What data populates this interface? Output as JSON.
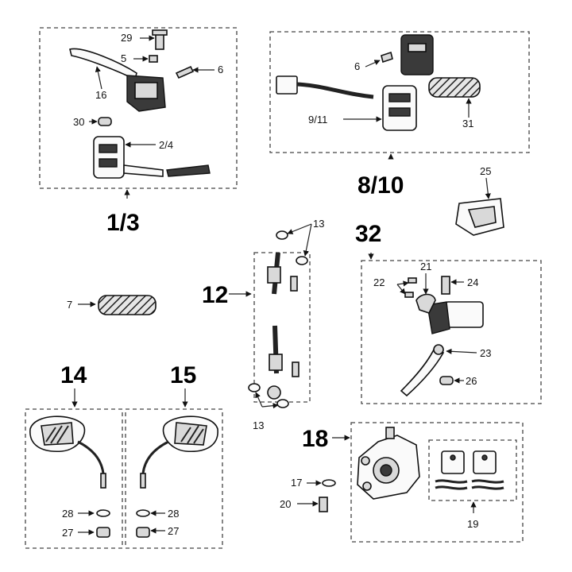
{
  "groups": {
    "g1_3": "1/3",
    "g8_10": "8/10",
    "g12": "12",
    "g14": "14",
    "g15": "15",
    "g18": "18",
    "g32": "32"
  },
  "callouts": {
    "c29": "29",
    "c5": "5",
    "c6a": "6",
    "c16": "16",
    "c30": "30",
    "c2_4": "2/4",
    "c6b": "6",
    "c9_11": "9/11",
    "c31": "31",
    "c25": "25",
    "c13a": "13",
    "c13b": "13",
    "c7": "7",
    "c21": "21",
    "c22": "22",
    "c24": "24",
    "c23": "23",
    "c26": "26",
    "c28a": "28",
    "c27a": "27",
    "c28b": "28",
    "c27b": "27",
    "c17": "17",
    "c20": "20",
    "c19": "19"
  }
}
